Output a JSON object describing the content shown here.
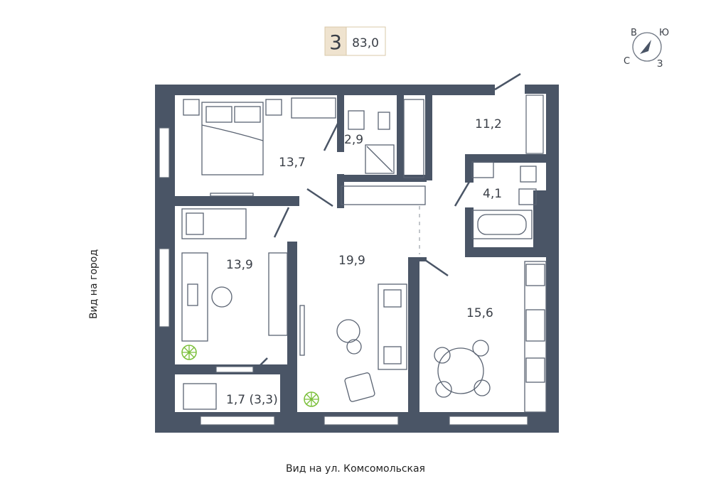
{
  "header": {
    "rooms_count": "3",
    "total_area": "83,0",
    "badge_color": "#efe3cf",
    "badge_border": "#d9c8a9"
  },
  "compass": {
    "north": "С",
    "east": "В",
    "south": "Ю",
    "west": "З"
  },
  "rooms": {
    "bedroom_master": "13,7",
    "bathroom_small": "2,9",
    "hall": "11,2",
    "bathroom": "4,1",
    "bedroom_kids": "13,9",
    "living": "19,9",
    "kitchen": "15,6",
    "balcony": "1,7 (3,3)"
  },
  "captions": {
    "side_view": "Вид на город",
    "bottom_view": "Вид на ул. Комсомольская"
  },
  "colors": {
    "wall": "#4a5566",
    "furniture_stroke": "#5a6372"
  }
}
